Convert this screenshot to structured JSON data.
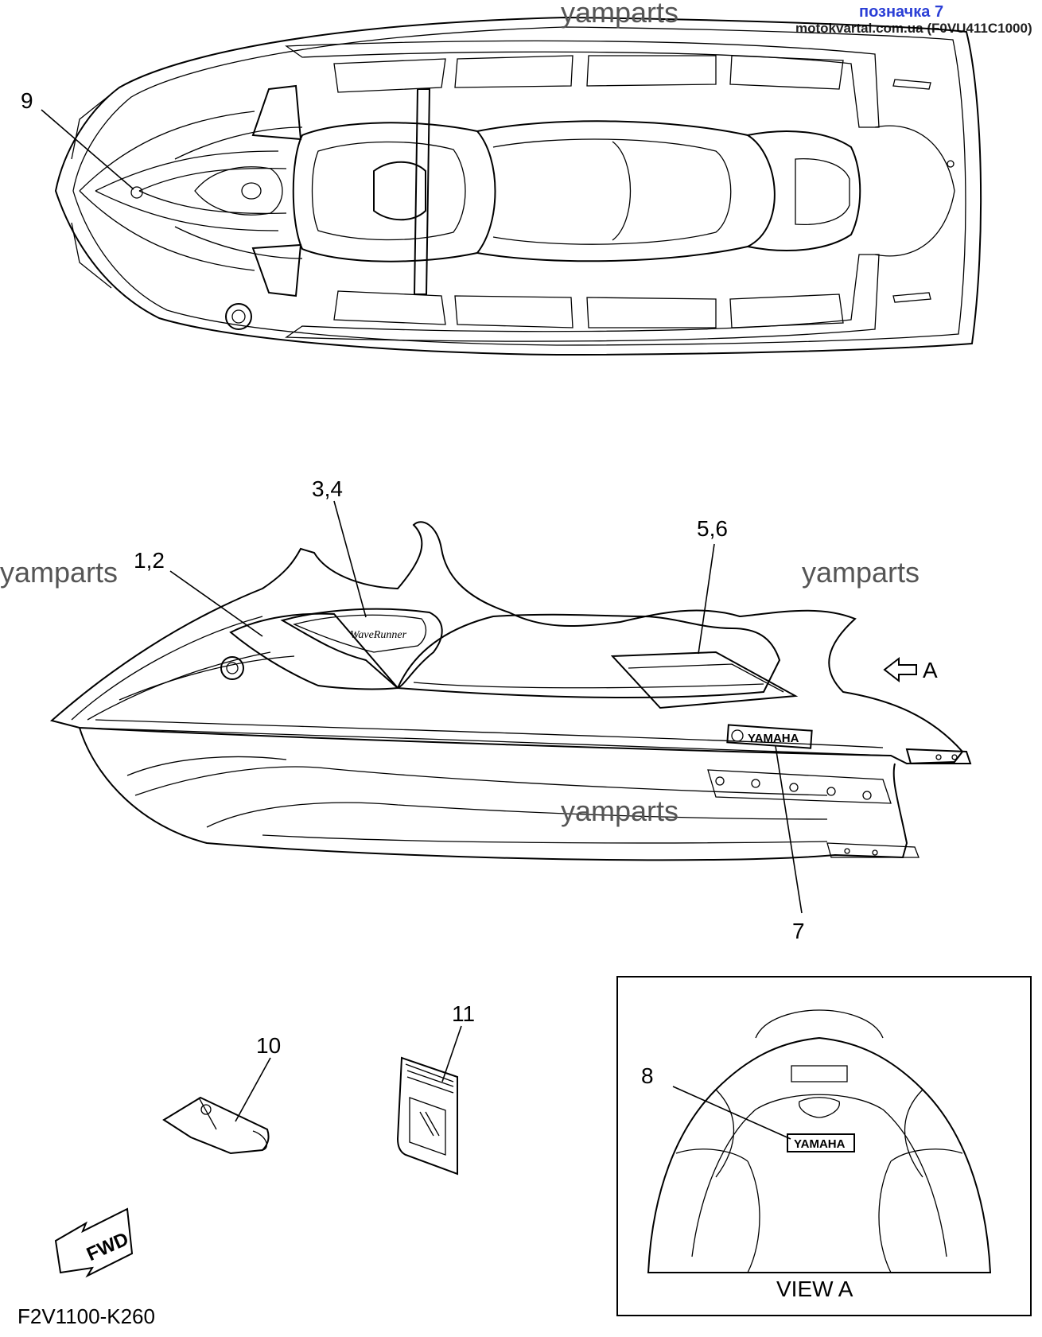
{
  "header": {
    "label": "позначка 7",
    "site": "motokvartal.com.ua (F0VU411C1000)"
  },
  "watermarks": {
    "top": "yamparts",
    "left": "yamparts",
    "right": "yamparts",
    "hull": "yamparts"
  },
  "callouts": {
    "c9": "9",
    "c34": "3,4",
    "c12": "1,2",
    "c56": "5,6",
    "c7": "7",
    "c10": "10",
    "c11": "11",
    "c8": "8",
    "arrow_a": "A"
  },
  "decals": {
    "brand_side": "YAMAHA",
    "brand_rear": "YAMAHA",
    "fwd": "FWD"
  },
  "view_box": {
    "label": "VIEW A"
  },
  "part_code": "F2V1100-K260"
}
